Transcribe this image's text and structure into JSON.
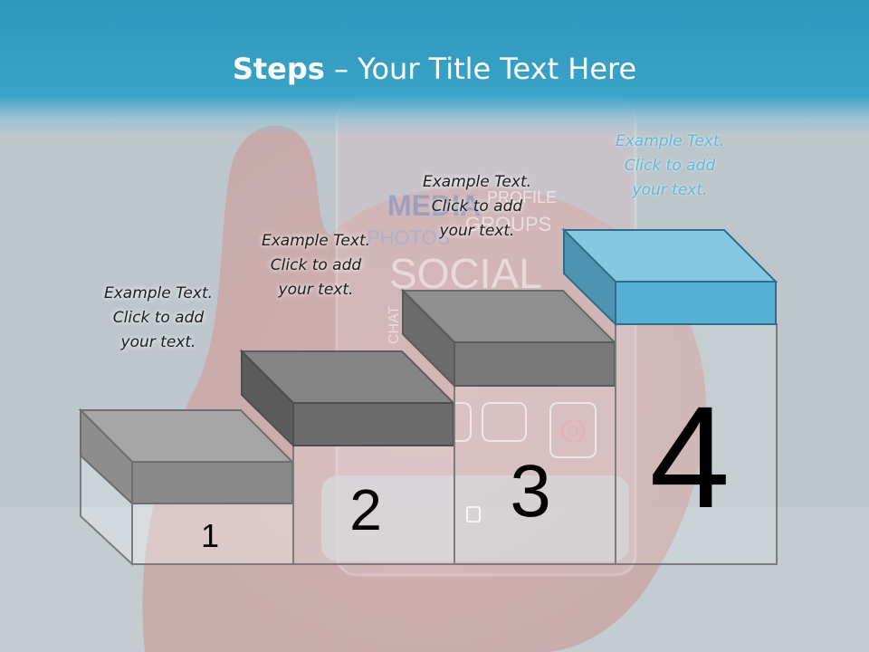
{
  "slide": {
    "title_bold": "Steps",
    "title_rest": " – Your Title Text Here"
  },
  "steps": [
    {
      "number": "1",
      "caption": [
        "Example Text.",
        "Click  to add",
        "your text."
      ]
    },
    {
      "number": "2",
      "caption": [
        "Example Text.",
        "Click  to add",
        "your text."
      ]
    },
    {
      "number": "3",
      "caption": [
        "Example Text.",
        "Click  to add",
        "your text."
      ]
    },
    {
      "number": "4",
      "caption": [
        "Example Text.",
        "Click  to add",
        "your text."
      ]
    }
  ],
  "background_words": [
    "MEDIA",
    "PROFILE",
    "GROUPS",
    "PHOTOS",
    "SOCIAL",
    "CHAT"
  ],
  "colors": {
    "title_band": "#3aa3c7",
    "gray_block": "#7a7a7a",
    "blue_block": "#4fb0d3",
    "blue_caption": "#5cb9dc"
  }
}
